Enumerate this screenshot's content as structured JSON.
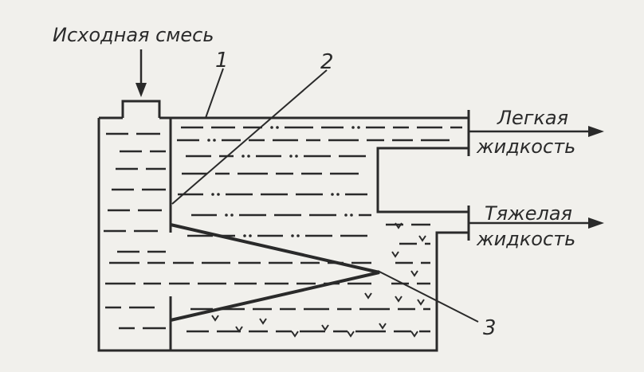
{
  "diagram": {
    "labels": {
      "feed": "Исходная смесь",
      "light_line1": "Легкая",
      "light_line2": "жидкость",
      "heavy_line1": "Тяжелая",
      "heavy_line2": "жидкость",
      "callout_1": "1",
      "callout_2": "2",
      "callout_3": "3"
    },
    "colors": {
      "ink": "#2a2a2a",
      "paper": "#f1f0ec"
    }
  }
}
